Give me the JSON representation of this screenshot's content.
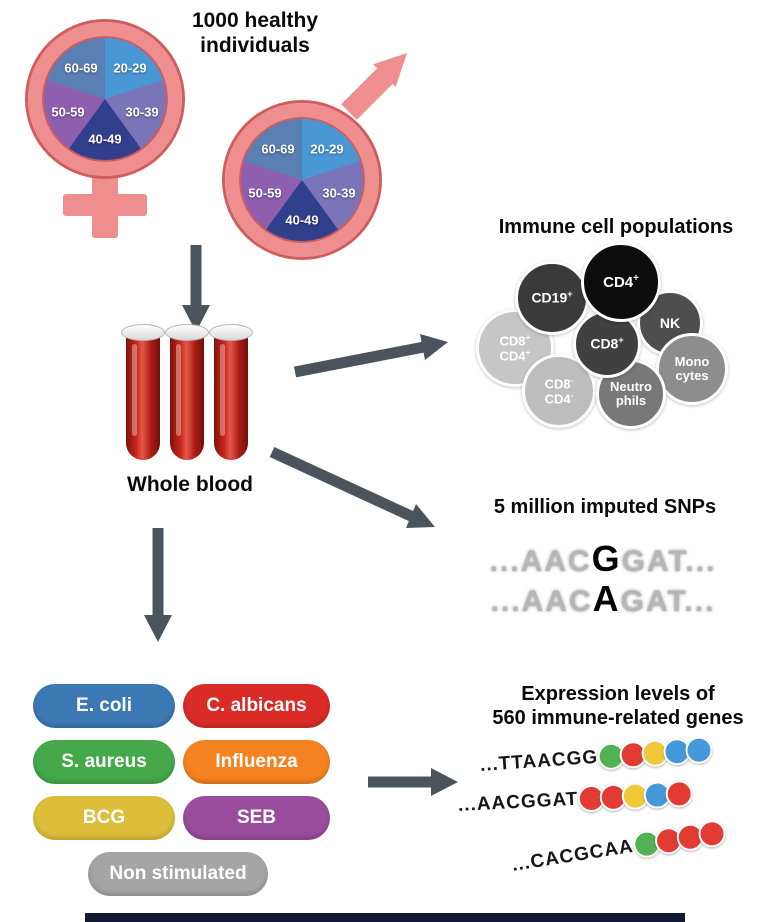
{
  "header": {
    "title_line1": "1000 healthy",
    "title_line2": "individuals"
  },
  "demographics": {
    "symbol_color": "#ef8e8e",
    "age_groups": [
      {
        "label": "20-29",
        "color": "#4a97d6"
      },
      {
        "label": "30-39",
        "color": "#7a74b9"
      },
      {
        "label": "40-49",
        "color": "#323f8c"
      },
      {
        "label": "50-59",
        "color": "#8e5fae"
      },
      {
        "label": "60-69",
        "color": "#5a7fb2"
      }
    ]
  },
  "blood": {
    "label": "Whole blood",
    "tube_count": 3,
    "tube_color": "#c6261a"
  },
  "immune_cells": {
    "title": "Immune cell populations",
    "cells": [
      {
        "lines": [
          "CD19+"
        ],
        "color": "#3a3a3a"
      },
      {
        "lines": [
          "CD4+"
        ],
        "color": "#0d0d0d"
      },
      {
        "lines": [
          "NK"
        ],
        "color": "#4e4e4e"
      },
      {
        "lines": [
          "CD8+"
        ],
        "color": "#404040"
      },
      {
        "lines": [
          "CD8+",
          "CD4+"
        ],
        "color": "#c6c6c6"
      },
      {
        "lines": [
          "Mono",
          "cytes"
        ],
        "color": "#8d8d8d"
      },
      {
        "lines": [
          "CD8-",
          "CD4-"
        ],
        "color": "#bdbdbd"
      },
      {
        "lines": [
          "Neutro",
          "phils"
        ],
        "color": "#787878"
      }
    ]
  },
  "snps": {
    "title": "5 million imputed SNPs",
    "sequences": [
      {
        "prefix": "...",
        "letters": "AACGGAT",
        "suffix": "...",
        "bold_index": 3
      },
      {
        "prefix": "...",
        "letters": "AACAGAT",
        "suffix": "...",
        "bold_index": 3
      }
    ]
  },
  "stimuli": {
    "items": [
      {
        "label": "E. coli",
        "color": "#3c79b4"
      },
      {
        "label": "C. albicans",
        "color": "#da2b27"
      },
      {
        "label": "S. aureus",
        "color": "#45a949"
      },
      {
        "label": "Influenza",
        "color": "#f58220"
      },
      {
        "label": "BCG",
        "color": "#ddbe3a"
      },
      {
        "label": "SEB",
        "color": "#9a4d9d"
      },
      {
        "label": "Non stimulated",
        "color": "#a5a5a5"
      }
    ]
  },
  "expression": {
    "title_line1": "Expression levels of",
    "title_line2": "560 immune-related genes",
    "genes": [
      {
        "sequence": "...TTAACGG",
        "beads": [
          "#52b153",
          "#e23b33",
          "#f0c93a",
          "#4598d9",
          "#4598d9"
        ]
      },
      {
        "sequence": "...AACGGAT",
        "beads": [
          "#e23b33",
          "#e23b33",
          "#f0c93a",
          "#4598d9",
          "#e23b33"
        ]
      },
      {
        "sequence": "...CACGCAA",
        "beads": [
          "#52b153",
          "#e23b33",
          "#e23b33",
          "#e23b33"
        ]
      }
    ]
  },
  "arrow_color": "#4b545c"
}
